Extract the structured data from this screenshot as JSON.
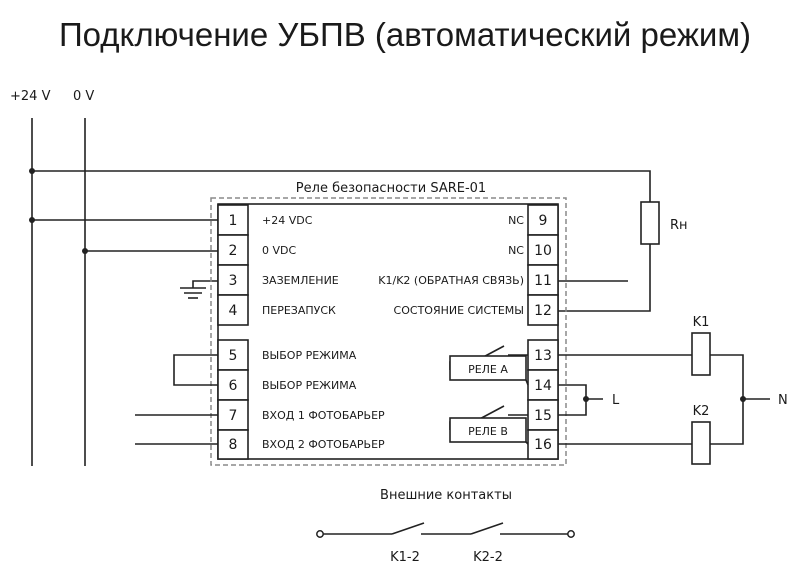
{
  "title": "Подключение УБПВ (автоматический режим)",
  "supply": {
    "plus": "+24 V",
    "zero": "0 V"
  },
  "relay": {
    "name": "Реле безопасности SARE-01",
    "left_terminals": [
      {
        "num": "1",
        "label": "+24 VDC"
      },
      {
        "num": "2",
        "label": "0 VDC"
      },
      {
        "num": "3",
        "label": "ЗАЗЕМЛЕНИЕ"
      },
      {
        "num": "4",
        "label": "ПЕРЕЗАПУСК"
      },
      {
        "num": "5",
        "label": "ВЫБОР РЕЖИМА"
      },
      {
        "num": "6",
        "label": "ВЫБОР РЕЖИМА"
      },
      {
        "num": "7",
        "label": "ВХОД 1 ФОТОБАРЬЕР"
      },
      {
        "num": "8",
        "label": "ВХОД 2 ФОТОБАРЬЕР"
      }
    ],
    "right_terminals": [
      {
        "num": "9",
        "label": "NC"
      },
      {
        "num": "10",
        "label": "NC"
      },
      {
        "num": "11",
        "label": "K1/K2 (ОБРАТНАЯ СВЯЗЬ)"
      },
      {
        "num": "12",
        "label": "СОСТОЯНИЕ СИСТЕМЫ"
      },
      {
        "num": "13",
        "label": ""
      },
      {
        "num": "14",
        "label": ""
      },
      {
        "num": "15",
        "label": ""
      },
      {
        "num": "16",
        "label": ""
      }
    ],
    "relay_a": "РЕЛЕ А",
    "relay_b": "РЕЛЕ В"
  },
  "resistor": "Rн",
  "coils": {
    "k1": "K1",
    "k2": "K2"
  },
  "lines": {
    "l": "L",
    "n": "N"
  },
  "external": {
    "title": "Внешние контакты",
    "c1": "K1-2",
    "c2": "K2-2"
  }
}
